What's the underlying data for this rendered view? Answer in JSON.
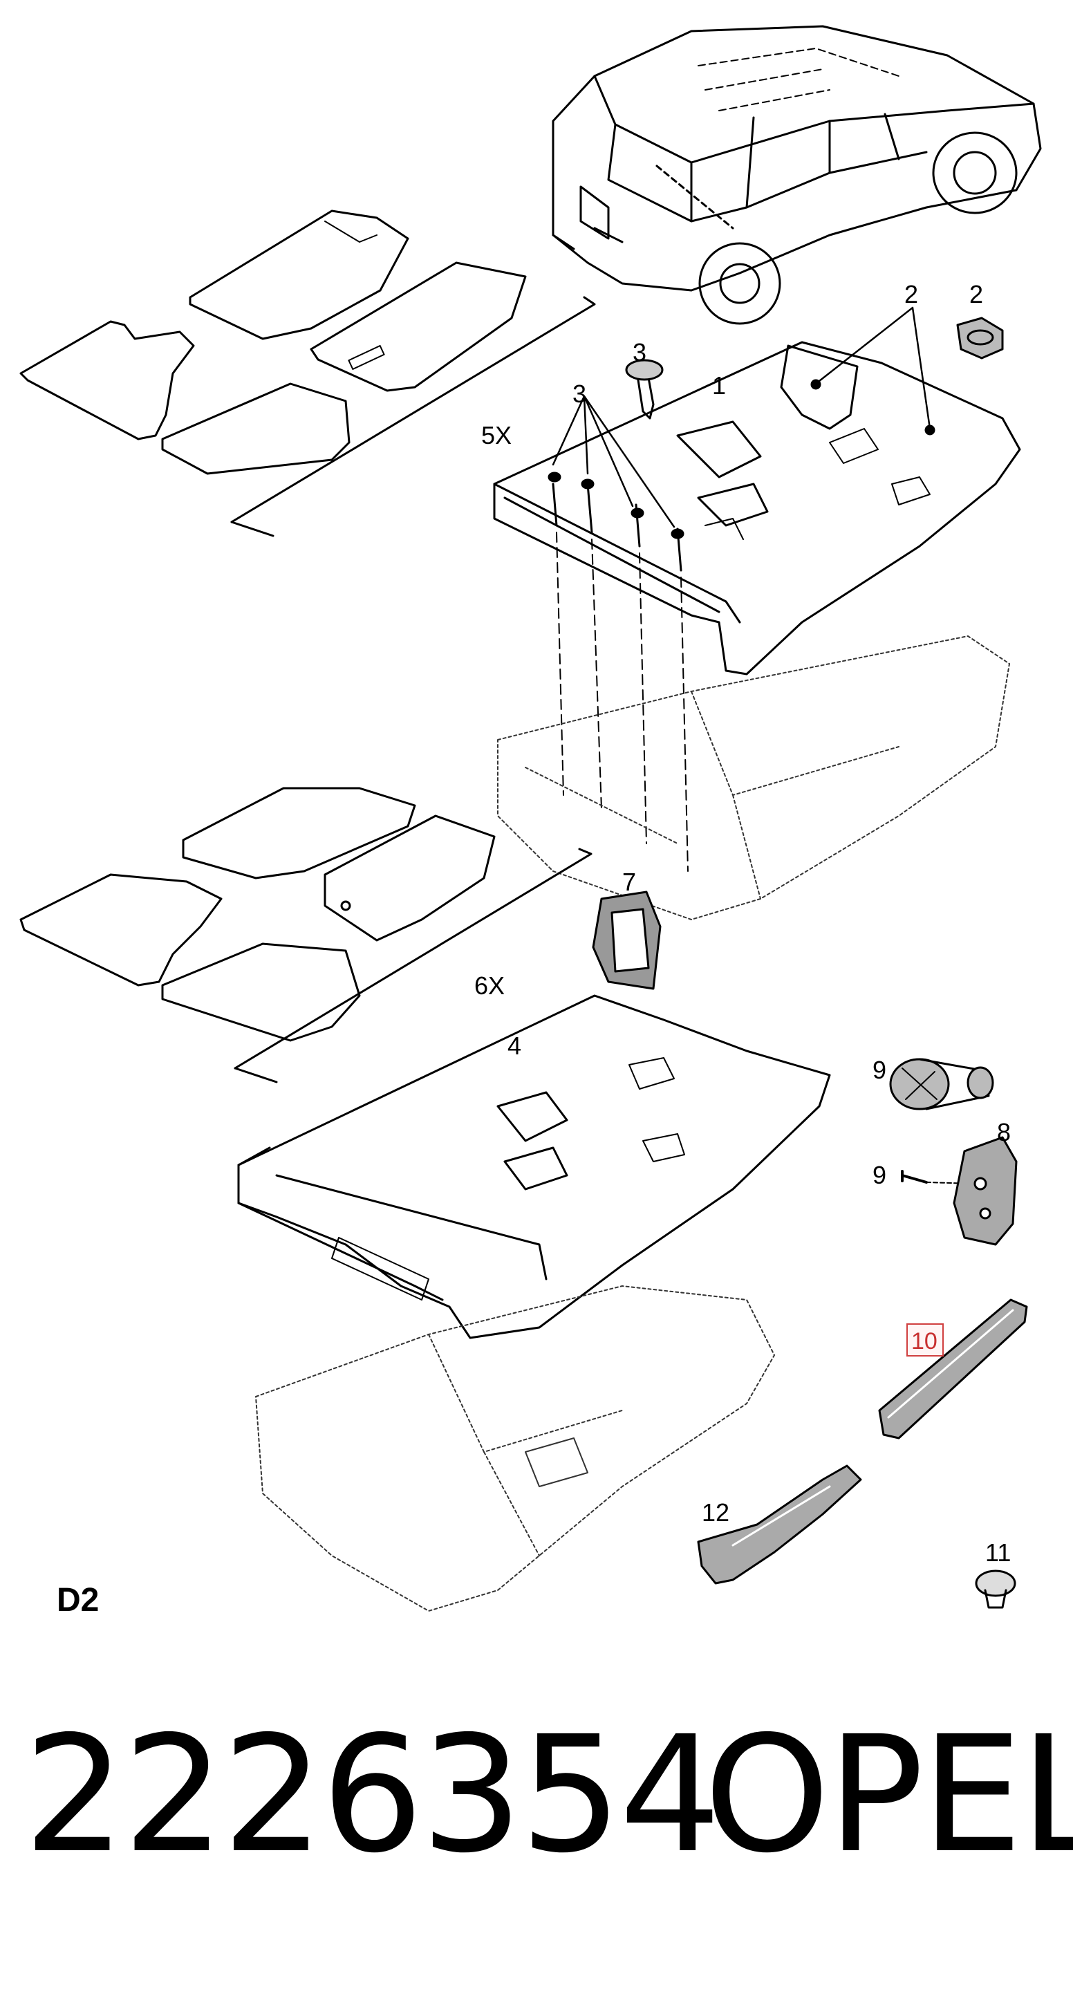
{
  "diagram": {
    "sheet_label": "D2",
    "callouts": {
      "c1": "1",
      "c2a": "2",
      "c2b": "2",
      "c3a": "3",
      "c3b": "3",
      "c4": "4",
      "c5x": "5X",
      "c6x": "6X",
      "c7": "7",
      "c8": "8",
      "c9a": "9",
      "c9b": "9",
      "c10": "10",
      "c11": "11",
      "c12": "12"
    },
    "highlighted_callout": "10"
  },
  "footer": {
    "part_number": "2226354",
    "brand": "OPEL"
  }
}
